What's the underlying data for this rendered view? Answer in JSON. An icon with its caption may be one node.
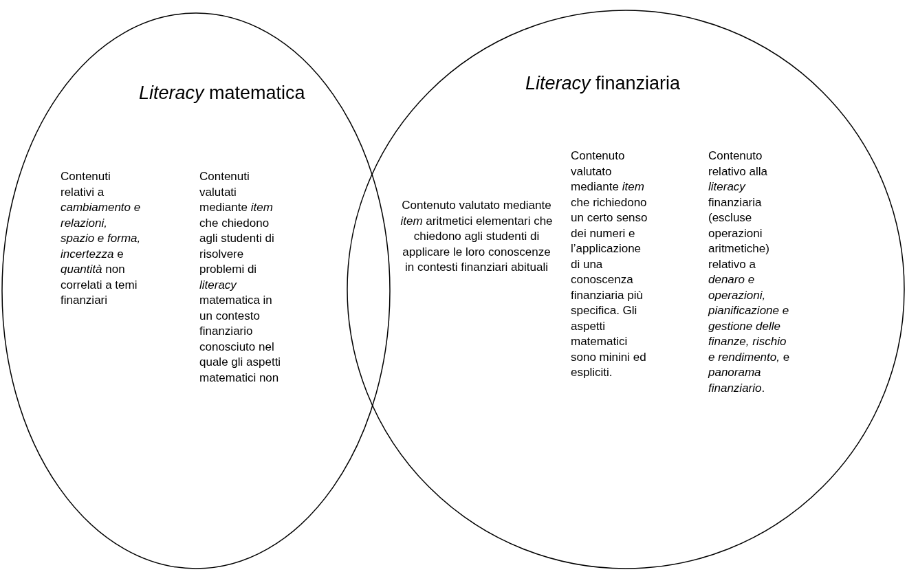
{
  "diagram": {
    "nodes": [
      {
        "text": [
          "*Literacy* matematica",
          "Contenuti relativi a *cambiamento e relazioni, spazio e forma, incertezza* e *quantità* non correlati a temi finanziari",
          "Contenuti valutati mediante *item* che chiedono agli studenti di risolvere problemi di *literacy* matematica in un contesto finanziario conosciuto nel quale gli aspetti matematici non"
        ]
      },
      {
        "text": [
          "*Literacy* finanziaria",
          "Contenuto valutato mediante *item* che richiedono un certo senso dei numeri e l’applicazione di una conoscenza finanziaria più specifica. Gli aspetti matematici sono minini ed espliciti.",
          "Contenuto relativo alla *literacy* finanziaria (escluse operazioni aritmetiche) relativo a *denaro e operazioni, pianificazione e gestione delle finanze, rischio e rendimento,* e *panorama finanziario*."
        ]
      }
    ],
    "labels": [
      "Contenuto valutato mediante *item* aritmetici elementari che chiedono agli studenti di applicare le loro conoscenze in contesti finanziari abituali"
    ]
  }
}
